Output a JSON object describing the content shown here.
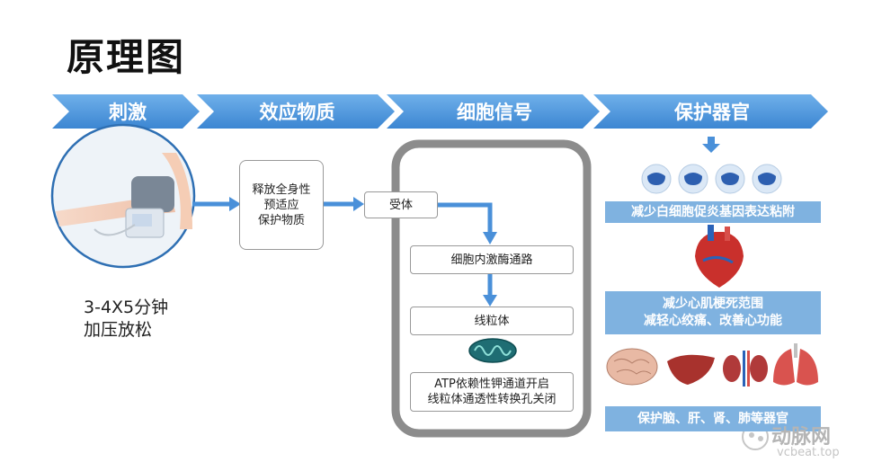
{
  "title": "原理图",
  "steps": [
    "刺激",
    "效应物质",
    "细胞信号",
    "保护器官"
  ],
  "stimulus": {
    "line1": "3-4X5分钟",
    "line2": "加压放松"
  },
  "effector": {
    "line1": "释放全身性",
    "line2": "预适应",
    "line3": "保护物质"
  },
  "signal": {
    "receptor": "受体",
    "pathway": "细胞内激酶通路",
    "mito": "线粒体",
    "channel_line1": "ATP依赖性钾通道开启",
    "channel_line2": "线粒体通透性转换孔关闭"
  },
  "protection": {
    "bar1": "减少白细胞促炎基因表达粘附",
    "bar2_line1": "减少心肌梗死范围",
    "bar2_line2": "减轻心绞痛、改善心功能",
    "bar3": "保护脑、肝、肾、肺等器官"
  },
  "watermark": {
    "name": "动脉网",
    "url": "vcbeat.top"
  },
  "colors": {
    "chevron": "#4a90d9",
    "bar": "#7fb2e0",
    "frame": "#8c8c8c",
    "arrow": "#4a90d9"
  }
}
